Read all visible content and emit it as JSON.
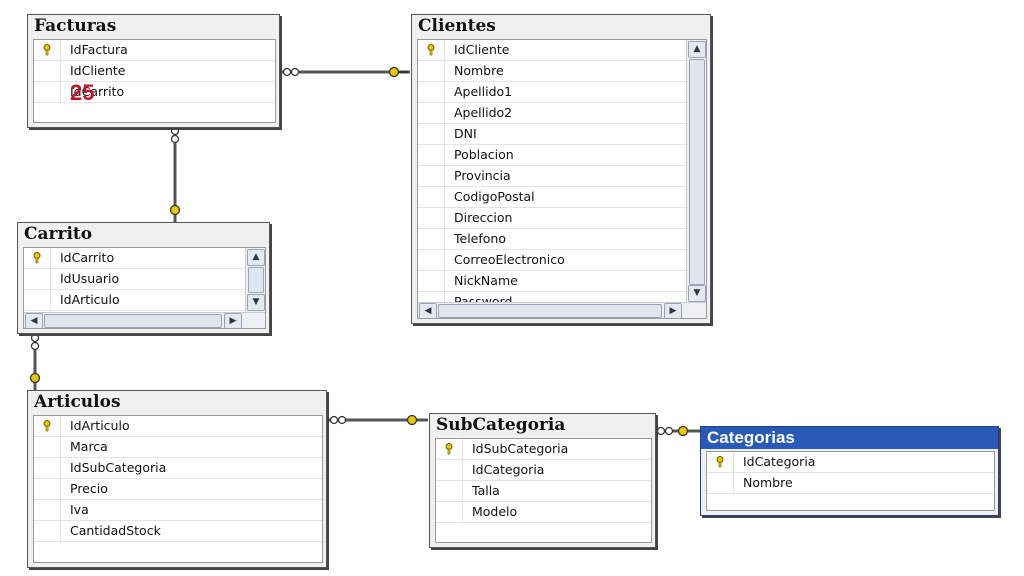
{
  "tables": {
    "facturas": {
      "title": "Facturas",
      "columns": [
        "IdFactura",
        "IdCliente",
        "IdCarrito"
      ]
    },
    "clientes": {
      "title": "Clientes",
      "columns": [
        "IdCliente",
        "Nombre",
        "Apellido1",
        "Apellido2",
        "DNI",
        "Poblacion",
        "Provincia",
        "CodigoPostal",
        "Direccion",
        "Telefono",
        "CorreoElectronico",
        "NickName",
        "Password"
      ]
    },
    "carrito": {
      "title": "Carrito",
      "columns": [
        "IdCarrito",
        "IdUsuario",
        "IdArticulo"
      ]
    },
    "articulos": {
      "title": "Articulos",
      "columns": [
        "IdArticulo",
        "Marca",
        "IdSubCategoria",
        "Precio",
        "Iva",
        "CantidadStock"
      ]
    },
    "subcategoria": {
      "title": "SubCategoria",
      "columns": [
        "IdSubCategoria",
        "IdCategoria",
        "Talla",
        "Modelo"
      ]
    },
    "categorias": {
      "title": "Categorias",
      "columns": [
        "IdCategoria",
        "Nombre"
      ]
    }
  },
  "overlay_number": "25",
  "colors": {
    "selected_header": "#2a5ab8",
    "key_icon": "#d8b800",
    "line": "#555555"
  }
}
